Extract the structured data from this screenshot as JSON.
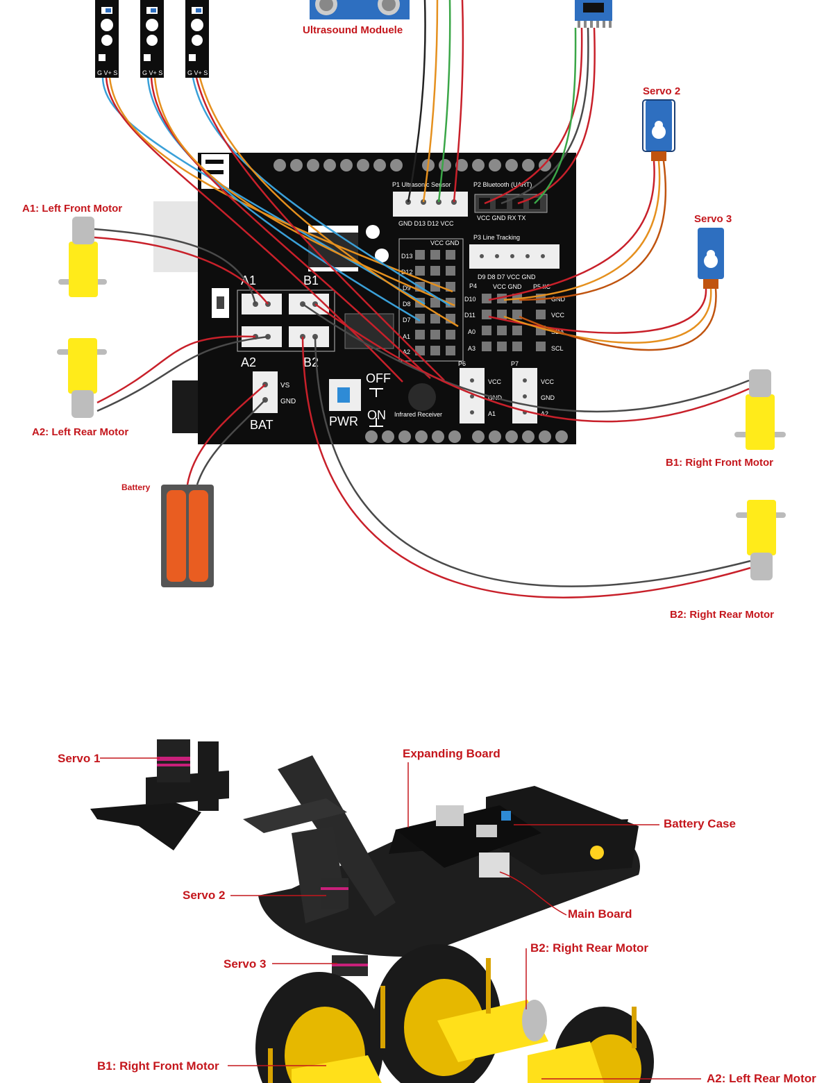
{
  "wiring": {
    "labels": {
      "ultrasound": "Ultrasound Moduele",
      "servo2": "Servo 2",
      "servo3": "Servo 3",
      "a1": "A1: Left Front Motor",
      "a2": "A2: Left Rear Motor",
      "b1": "B1: Right Front Motor",
      "b2": "B2: Right Rear Motor",
      "battery": "Battery"
    },
    "board": {
      "p1": "P1 Ultrasonic Sensor",
      "p1_pins": "GND D13  D12  VCC",
      "p2": "P2  Bluetooth (UART)",
      "p2_pins": "VCC  GND  RX   TX",
      "p3": "P3 Line Tracking",
      "p3_pins": "D9   D8   D7  VCC  GND",
      "grid_header": "VCC GND",
      "grid_rows": [
        "D13",
        "D12",
        "D9",
        "D8",
        "D7",
        "A1",
        "A2"
      ],
      "p4": "P4",
      "p4_header": "VCC  GND",
      "p4_rows": [
        "D10",
        "D11",
        "A0",
        "A3"
      ],
      "p5": "P5 IIC",
      "p5_rows": [
        "GND",
        "VCC",
        "SDA",
        "SCL"
      ],
      "motor_a1": "A1",
      "motor_a2": "A2",
      "motor_b1": "B1",
      "motor_b2": "B2",
      "bat": "BAT",
      "vs": "VS",
      "gnd": "GND",
      "pwr": "PWR",
      "off": "OFF",
      "on": "ON",
      "ir": "Infrared  Receiver",
      "p6": "P6",
      "p7": "P7",
      "p6_pins": [
        "VCC",
        "GND",
        "A1"
      ],
      "p7_pins": [
        "VCC",
        "GND",
        "A2"
      ],
      "sensor_pins": "G V+ S"
    }
  },
  "assembly": {
    "labels": {
      "servo1": "Servo 1",
      "expanding_board": "Expanding Board",
      "battery_case": "Battery Case",
      "servo2": "Servo 2",
      "main_board": "Main Board",
      "servo3": "Servo 3",
      "b2": "B2: Right Rear Motor",
      "b1": "B1: Right Front Motor",
      "a2": "A2: Left Rear Motor"
    }
  },
  "colors": {
    "label": "#c4161c",
    "board": "#0d0d0d",
    "wire_red": "#c8202a",
    "wire_blue": "#3aa0d8",
    "wire_orange": "#e5901e",
    "wire_green": "#3aa647",
    "wire_gray": "#4a4a4a",
    "motor_yellow": "#ffeb1a",
    "battery_orange": "#e95d21",
    "module_blue": "#2e6fc0"
  }
}
